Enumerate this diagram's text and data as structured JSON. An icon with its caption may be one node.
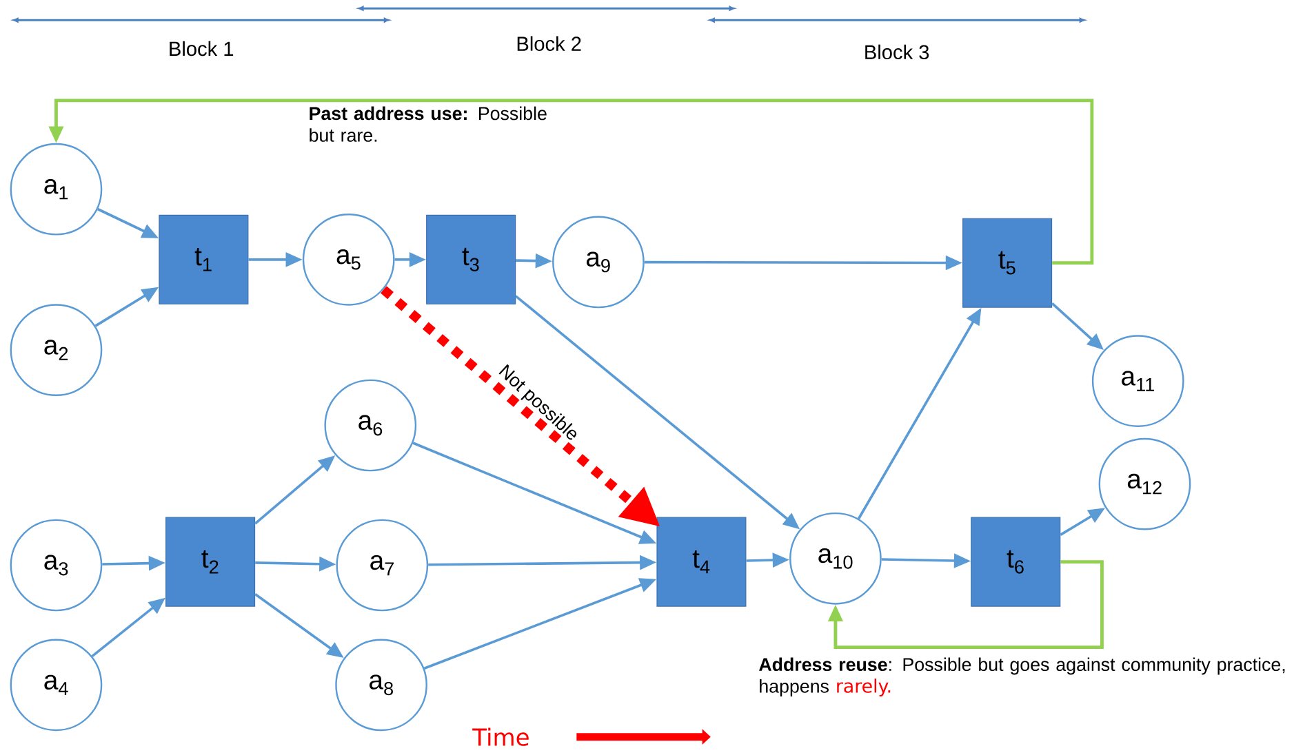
{
  "diagram": {
    "nodes": [
      {
        "text": [
          "a$_{1}$"
        ]
      },
      {
        "text": [
          "t$_{1}$"
        ]
      },
      {
        "text": [
          "a$_{5}$"
        ]
      },
      {
        "text": [
          "t$_{3}$"
        ]
      },
      {
        "text": [
          "a$_{9}$"
        ]
      },
      {
        "text": [
          "t$_{5}$"
        ]
      },
      {
        "text": [
          "a$_{2}$"
        ]
      },
      {
        "text": [
          "a$_{11}$"
        ]
      },
      {
        "text": [
          "a$_{6}$"
        ]
      },
      {
        "text": [
          "a$_{12}$"
        ]
      },
      {
        "text": [
          "a$_{3}$"
        ]
      },
      {
        "text": [
          "t$_{2}$"
        ]
      },
      {
        "text": [
          "a$_{7}$"
        ]
      },
      {
        "text": [
          "t$_{4}$"
        ]
      },
      {
        "text": [
          "a$_{10}$"
        ]
      },
      {
        "text": [
          "t$_{6}$"
        ]
      },
      {
        "text": [
          "a$_{4}$"
        ]
      },
      {
        "text": [
          "a$_{8}$"
        ]
      }
    ],
    "edges": [
      {
        "from": 0,
        "to": 1,
        "arrow": "to"
      },
      {
        "from": 6,
        "to": 1,
        "arrow": "to"
      },
      {
        "from": 1,
        "to": 2,
        "arrow": "to"
      },
      {
        "from": 2,
        "to": 3,
        "arrow": "to"
      },
      {
        "from": 3,
        "to": 4,
        "arrow": "to"
      },
      {
        "from": 3,
        "to": 14,
        "arrow": "to"
      },
      {
        "from": 4,
        "to": 5,
        "arrow": "to"
      },
      {
        "from": 5,
        "to": 7,
        "arrow": "to"
      },
      {
        "from": 5,
        "to": 0,
        "arrow": "to",
        "color": "#92d050"
      },
      {
        "from": 2,
        "to": 13,
        "arrow": "to",
        "label": "Not possible",
        "style": "dashed",
        "color": "#ff0000"
      },
      {
        "from": 10,
        "to": 11,
        "arrow": "to"
      },
      {
        "from": 16,
        "to": 11,
        "arrow": "to"
      },
      {
        "from": 11,
        "to": 8,
        "arrow": "to"
      },
      {
        "from": 11,
        "to": 12,
        "arrow": "to"
      },
      {
        "from": 11,
        "to": 17,
        "arrow": "to"
      },
      {
        "from": 8,
        "to": 13,
        "arrow": "to"
      },
      {
        "from": 12,
        "to": 13,
        "arrow": "to"
      },
      {
        "from": 17,
        "to": 13,
        "arrow": "to"
      },
      {
        "from": 13,
        "to": 14,
        "arrow": "to"
      },
      {
        "from": 14,
        "to": 5,
        "arrow": "to"
      },
      {
        "from": 14,
        "to": 15,
        "arrow": "to"
      },
      {
        "from": 15,
        "to": 9,
        "arrow": "to"
      },
      {
        "from": 15,
        "to": 14,
        "arrow": "to",
        "color": "#92d050"
      }
    ],
    "labels": [
      "Block 1",
      "Block 2",
      "Block 3",
      "**Past address use:** Possible but rare.",
      "**Address reuse**: Possible but goes against community practice, happens",
      "rarely.",
      "Time"
    ]
  }
}
